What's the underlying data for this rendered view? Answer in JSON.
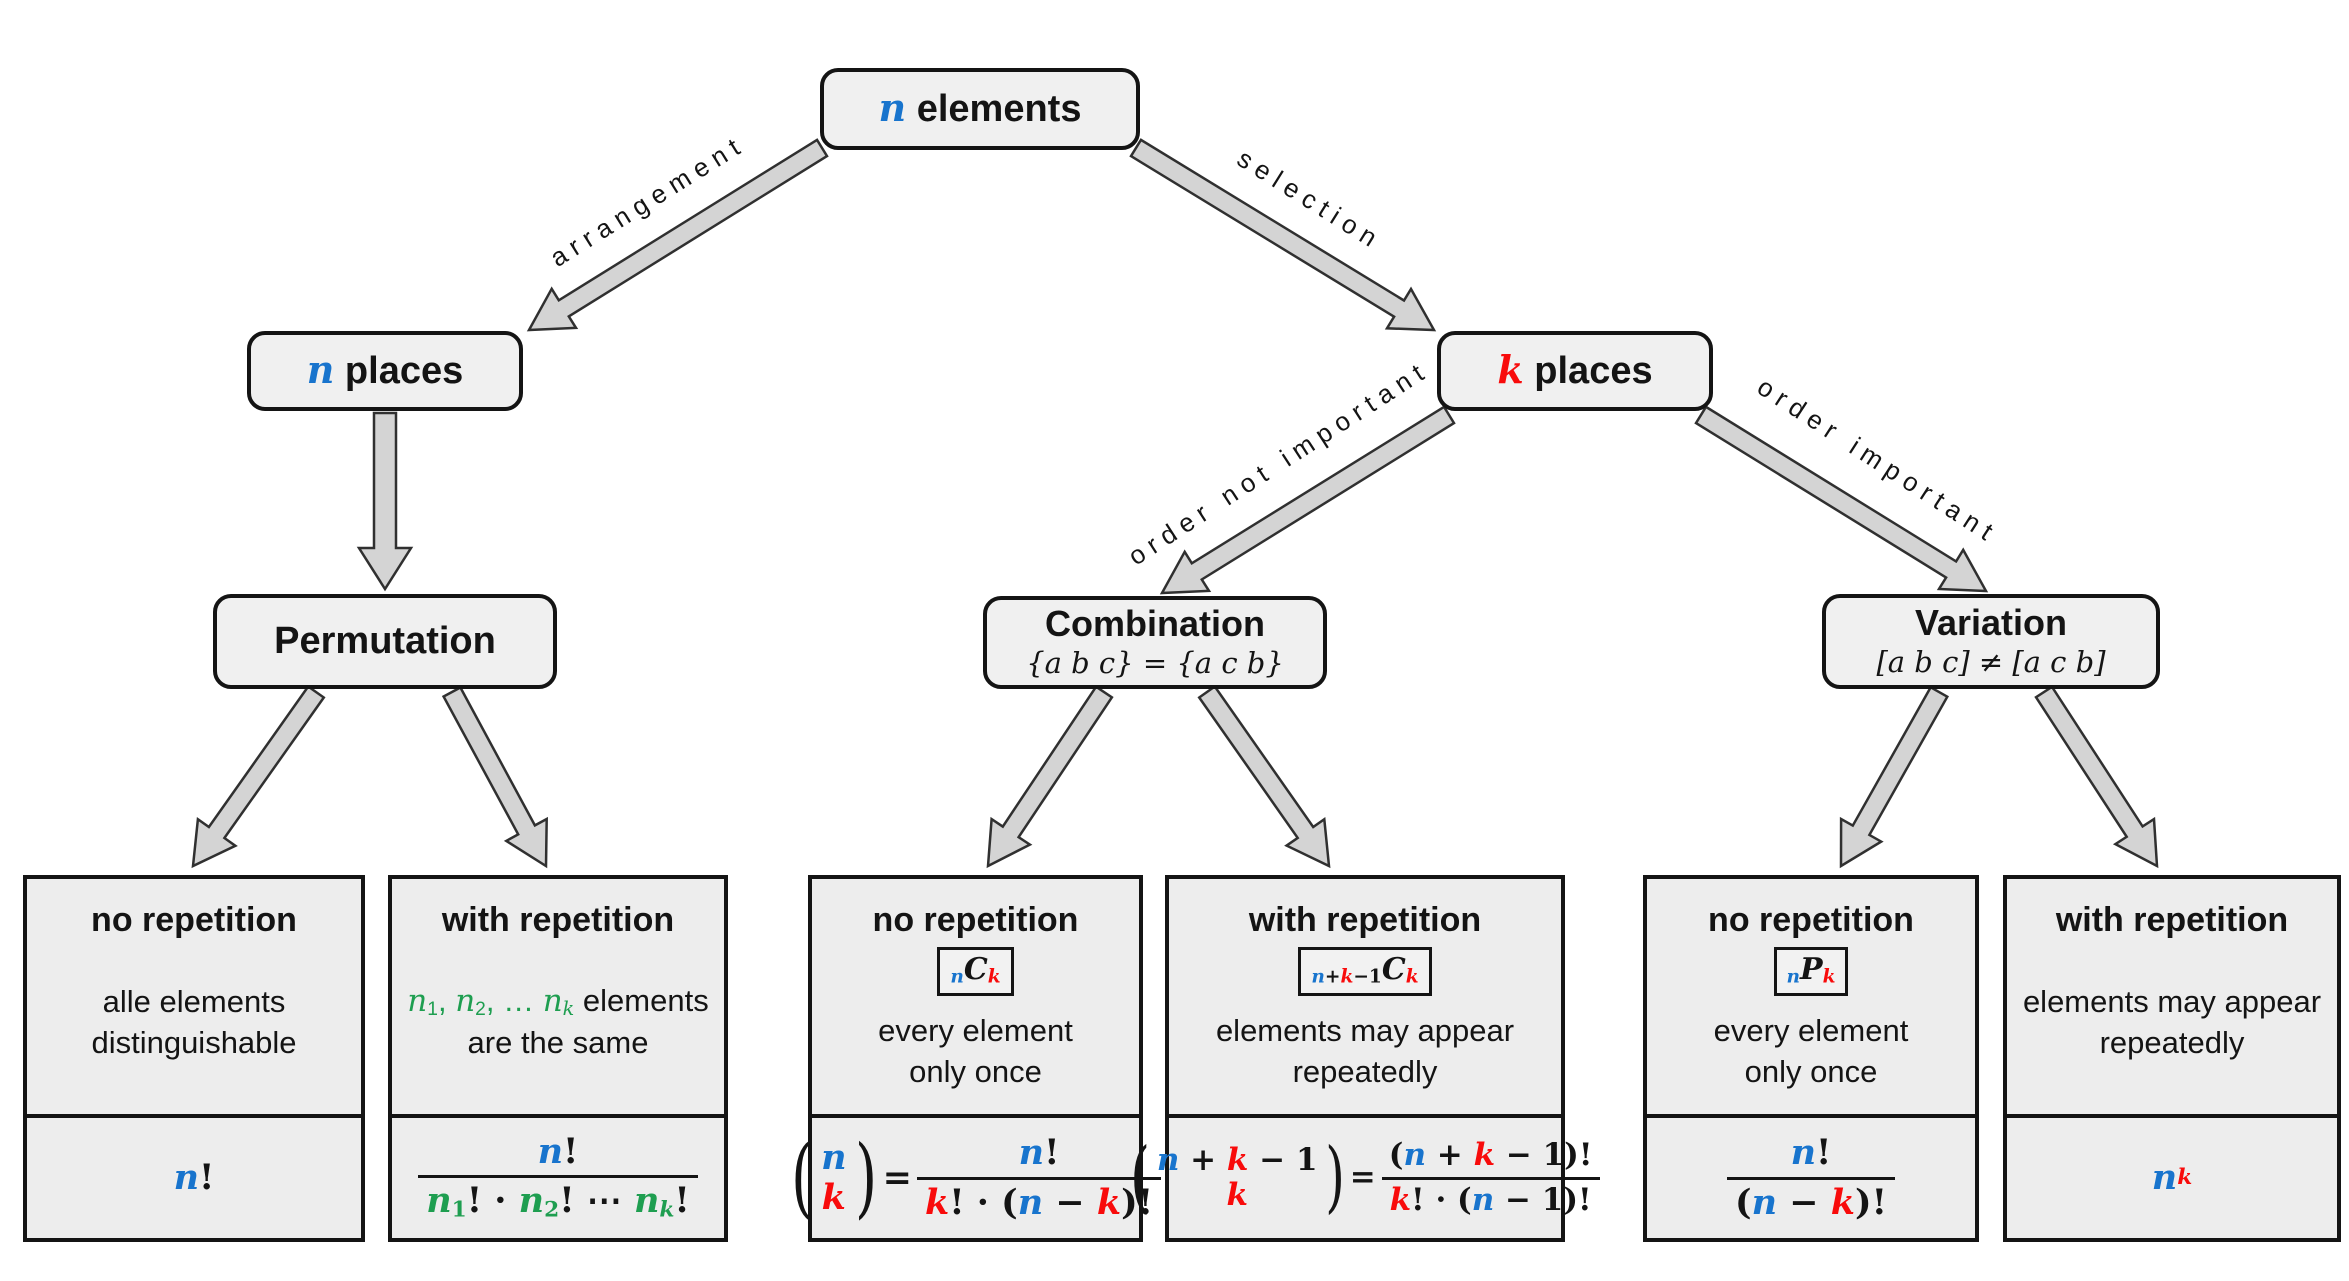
{
  "colors": {
    "blue": "#1874cd",
    "red": "#f80b0b",
    "green": "#1e9e50",
    "black": "#141414"
  },
  "nodes": {
    "root": {
      "title": [
        {
          "t": "n",
          "c": "blue",
          "m": true,
          "b": true
        },
        {
          "t": " elements",
          "b": true
        }
      ]
    },
    "n_places": {
      "title": [
        {
          "t": "n",
          "c": "blue",
          "m": true,
          "b": true
        },
        {
          "t": " places",
          "b": true
        }
      ]
    },
    "k_places": {
      "title": [
        {
          "t": "k",
          "c": "red",
          "m": true,
          "b": true
        },
        {
          "t": " places",
          "b": true
        }
      ]
    },
    "permutation": {
      "title": [
        {
          "t": "Permutation",
          "b": true
        }
      ]
    },
    "combination": {
      "title": [
        {
          "t": "Combination",
          "b": true
        }
      ],
      "subtitle": [
        {
          "t": "{a b c} = {a c b}",
          "m": true
        }
      ]
    },
    "variation": {
      "title": [
        {
          "t": "Variation",
          "b": true
        }
      ],
      "subtitle": [
        {
          "t": "[a b c] ≠ [a c b]",
          "m": true
        }
      ]
    }
  },
  "edge_labels": {
    "arrangement": "arrangement",
    "selection": "selection",
    "order_not_important": "order not important",
    "order_important": "order important"
  },
  "boxes": [
    {
      "header": "no repetition",
      "badge": null,
      "desc": [
        [
          {
            "t": "alle elements"
          }
        ],
        [
          {
            "t": "distinguishable"
          }
        ]
      ],
      "formula": [
        {
          "t": "n",
          "c": "blue",
          "m": true,
          "b": true
        },
        {
          "t": "!",
          "b": true
        }
      ]
    },
    {
      "header": "with repetition",
      "badge": null,
      "desc": [
        [
          {
            "t": "n",
            "c": "green",
            "m": true
          },
          {
            "t": "1",
            "c": "green",
            "sub": true
          },
          {
            "t": ", ",
            "c": "green"
          },
          {
            "t": "n",
            "c": "green",
            "m": true
          },
          {
            "t": "2",
            "c": "green",
            "sub": true
          },
          {
            "t": ", … ",
            "c": "green"
          },
          {
            "t": "n",
            "c": "green",
            "m": true
          },
          {
            "t": "k",
            "c": "green",
            "m": true,
            "sub": true
          },
          {
            "t": " elements"
          }
        ],
        [
          {
            "t": "are the same"
          }
        ]
      ],
      "formula": [
        {
          "frac": {
            "num": [
              {
                "t": "n",
                "c": "blue",
                "m": true,
                "b": true
              },
              {
                "t": "!",
                "b": true
              }
            ],
            "den": [
              {
                "t": "n",
                "c": "green",
                "m": true,
                "b": true
              },
              {
                "t": "1",
                "c": "green",
                "b": true,
                "sub": true
              },
              {
                "t": "! · ",
                "b": true
              },
              {
                "t": "n",
                "c": "green",
                "m": true,
                "b": true
              },
              {
                "t": "2",
                "c": "green",
                "b": true,
                "sub": true
              },
              {
                "t": "! ⋯ ",
                "b": true
              },
              {
                "t": "n",
                "c": "green",
                "m": true,
                "b": true
              },
              {
                "t": "k",
                "c": "green",
                "m": true,
                "b": true,
                "sub": true
              },
              {
                "t": "!",
                "b": true
              }
            ]
          }
        }
      ]
    },
    {
      "header": "no repetition",
      "badge": [
        {
          "t": "n",
          "c": "blue",
          "m": true,
          "b": true,
          "sub": true
        },
        {
          "t": "C",
          "m": true,
          "b": true
        },
        {
          "t": "k",
          "c": "red",
          "m": true,
          "b": true,
          "sub": true
        }
      ],
      "desc": [
        [
          {
            "t": "every element"
          }
        ],
        [
          {
            "t": "only once"
          }
        ]
      ],
      "formula": [
        {
          "binom": {
            "top": [
              {
                "t": "n",
                "c": "blue",
                "m": true,
                "b": true
              }
            ],
            "bot": [
              {
                "t": "k",
                "c": "red",
                "m": true,
                "b": true
              }
            ]
          }
        },
        {
          "t": " = ",
          "b": true
        },
        {
          "frac": {
            "num": [
              {
                "t": "n",
                "c": "blue",
                "m": true,
                "b": true
              },
              {
                "t": "!",
                "b": true
              }
            ],
            "den": [
              {
                "t": "k",
                "c": "red",
                "m": true,
                "b": true
              },
              {
                "t": "! · (",
                "b": true
              },
              {
                "t": "n",
                "c": "blue",
                "m": true,
                "b": true
              },
              {
                "t": " − ",
                "b": true
              },
              {
                "t": "k",
                "c": "red",
                "m": true,
                "b": true
              },
              {
                "t": ")!",
                "b": true
              }
            ]
          }
        }
      ]
    },
    {
      "header": "with repetition",
      "badge": [
        {
          "t": "n",
          "c": "blue",
          "m": true,
          "b": true,
          "sub": true
        },
        {
          "t": "+",
          "b": true,
          "sub": true
        },
        {
          "t": "k",
          "c": "red",
          "m": true,
          "b": true,
          "sub": true
        },
        {
          "t": "−1",
          "b": true,
          "sub": true
        },
        {
          "t": "C",
          "m": true,
          "b": true
        },
        {
          "t": "k",
          "c": "red",
          "m": true,
          "b": true,
          "sub": true
        }
      ],
      "desc": [
        [
          {
            "t": "elements may appear"
          }
        ],
        [
          {
            "t": "repeatedly"
          }
        ]
      ],
      "formula": [
        {
          "binom": {
            "top": [
              {
                "t": "n",
                "c": "blue",
                "m": true,
                "b": true
              },
              {
                "t": " + ",
                "b": true
              },
              {
                "t": "k",
                "c": "red",
                "m": true,
                "b": true
              },
              {
                "t": " − 1",
                "b": true
              }
            ],
            "bot": [
              {
                "t": "k",
                "c": "red",
                "m": true,
                "b": true
              }
            ]
          }
        },
        {
          "t": " = ",
          "b": true
        },
        {
          "frac": {
            "num": [
              {
                "t": "(",
                "b": true
              },
              {
                "t": "n",
                "c": "blue",
                "m": true,
                "b": true
              },
              {
                "t": " + ",
                "b": true
              },
              {
                "t": "k",
                "c": "red",
                "m": true,
                "b": true
              },
              {
                "t": " − 1)!",
                "b": true
              }
            ],
            "den": [
              {
                "t": "k",
                "c": "red",
                "m": true,
                "b": true
              },
              {
                "t": "! · (",
                "b": true
              },
              {
                "t": "n",
                "c": "blue",
                "m": true,
                "b": true
              },
              {
                "t": " − 1)!",
                "b": true
              }
            ]
          }
        }
      ]
    },
    {
      "header": "no repetition",
      "badge": [
        {
          "t": "n",
          "c": "blue",
          "m": true,
          "b": true,
          "sub": true
        },
        {
          "t": "P",
          "m": true,
          "b": true
        },
        {
          "t": "k",
          "c": "red",
          "m": true,
          "b": true,
          "sub": true
        }
      ],
      "desc": [
        [
          {
            "t": "every element"
          }
        ],
        [
          {
            "t": "only once"
          }
        ]
      ],
      "formula": [
        {
          "frac": {
            "num": [
              {
                "t": "n",
                "c": "blue",
                "m": true,
                "b": true
              },
              {
                "t": "!",
                "b": true
              }
            ],
            "den": [
              {
                "t": "(",
                "b": true
              },
              {
                "t": "n",
                "c": "blue",
                "m": true,
                "b": true
              },
              {
                "t": " − ",
                "b": true
              },
              {
                "t": "k",
                "c": "red",
                "m": true,
                "b": true
              },
              {
                "t": ")!",
                "b": true
              }
            ]
          }
        }
      ]
    },
    {
      "header": "with repetition",
      "badge": null,
      "desc": [
        [
          {
            "t": "elements may appear"
          }
        ],
        [
          {
            "t": "repeatedly"
          }
        ]
      ],
      "formula": [
        {
          "t": "n",
          "c": "blue",
          "m": true,
          "b": true
        },
        {
          "t": "k",
          "c": "red",
          "m": true,
          "b": true,
          "sup": true
        }
      ]
    }
  ]
}
